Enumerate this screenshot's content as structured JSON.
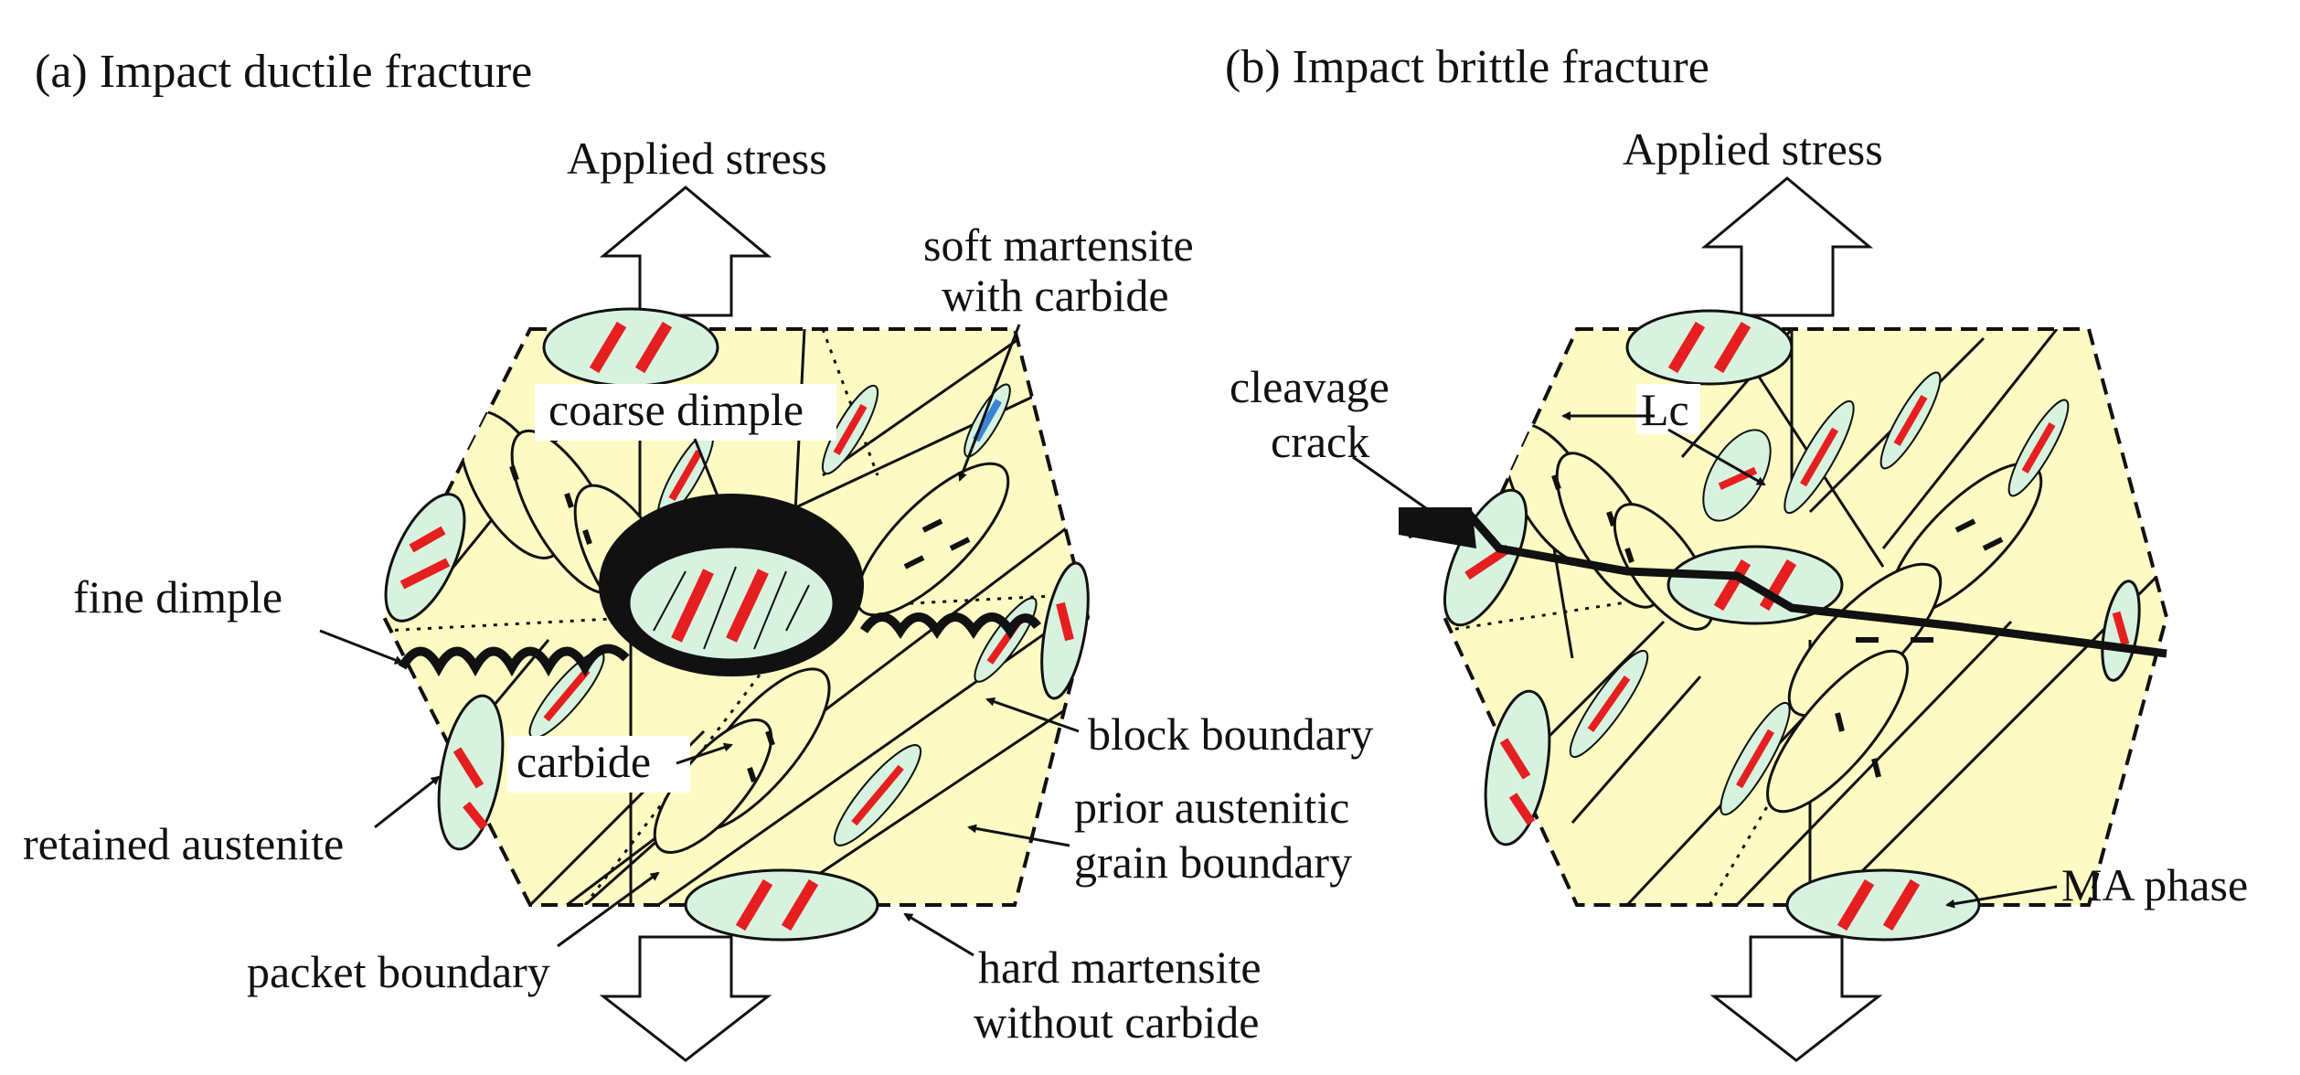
{
  "colors": {
    "grain_fill": "#fdfbc3",
    "ma_fill": "#d7f3df",
    "ma_stripe": "#e51f1f",
    "retained_austenite_stripe": "#3c82d8",
    "outline": "#111111",
    "background": "#ffffff"
  },
  "panel_a": {
    "title": "(a) Impact ductile fracture",
    "applied_stress": "Applied stress",
    "labels": {
      "soft_martensite_line1": "soft martensite",
      "soft_martensite_line2": "with carbide",
      "coarse_dimple": "coarse dimple",
      "fine_dimple": "fine dimple",
      "carbide": "carbide",
      "block_boundary": "block boundary",
      "prior_austenitic_line1": "prior austenitic",
      "prior_austenitic_line2": "grain boundary",
      "retained_austenite": "retained austenite",
      "packet_boundary": "packet boundary",
      "hard_martensite_line1": "hard martensite",
      "hard_martensite_line2": "without carbide"
    }
  },
  "panel_b": {
    "title": "(b) Impact brittle fracture",
    "applied_stress": "Applied stress",
    "labels": {
      "cleavage_line1": "cleavage",
      "cleavage_line2": "crack",
      "lc": "Lc",
      "ma_phase": "MA phase"
    }
  }
}
